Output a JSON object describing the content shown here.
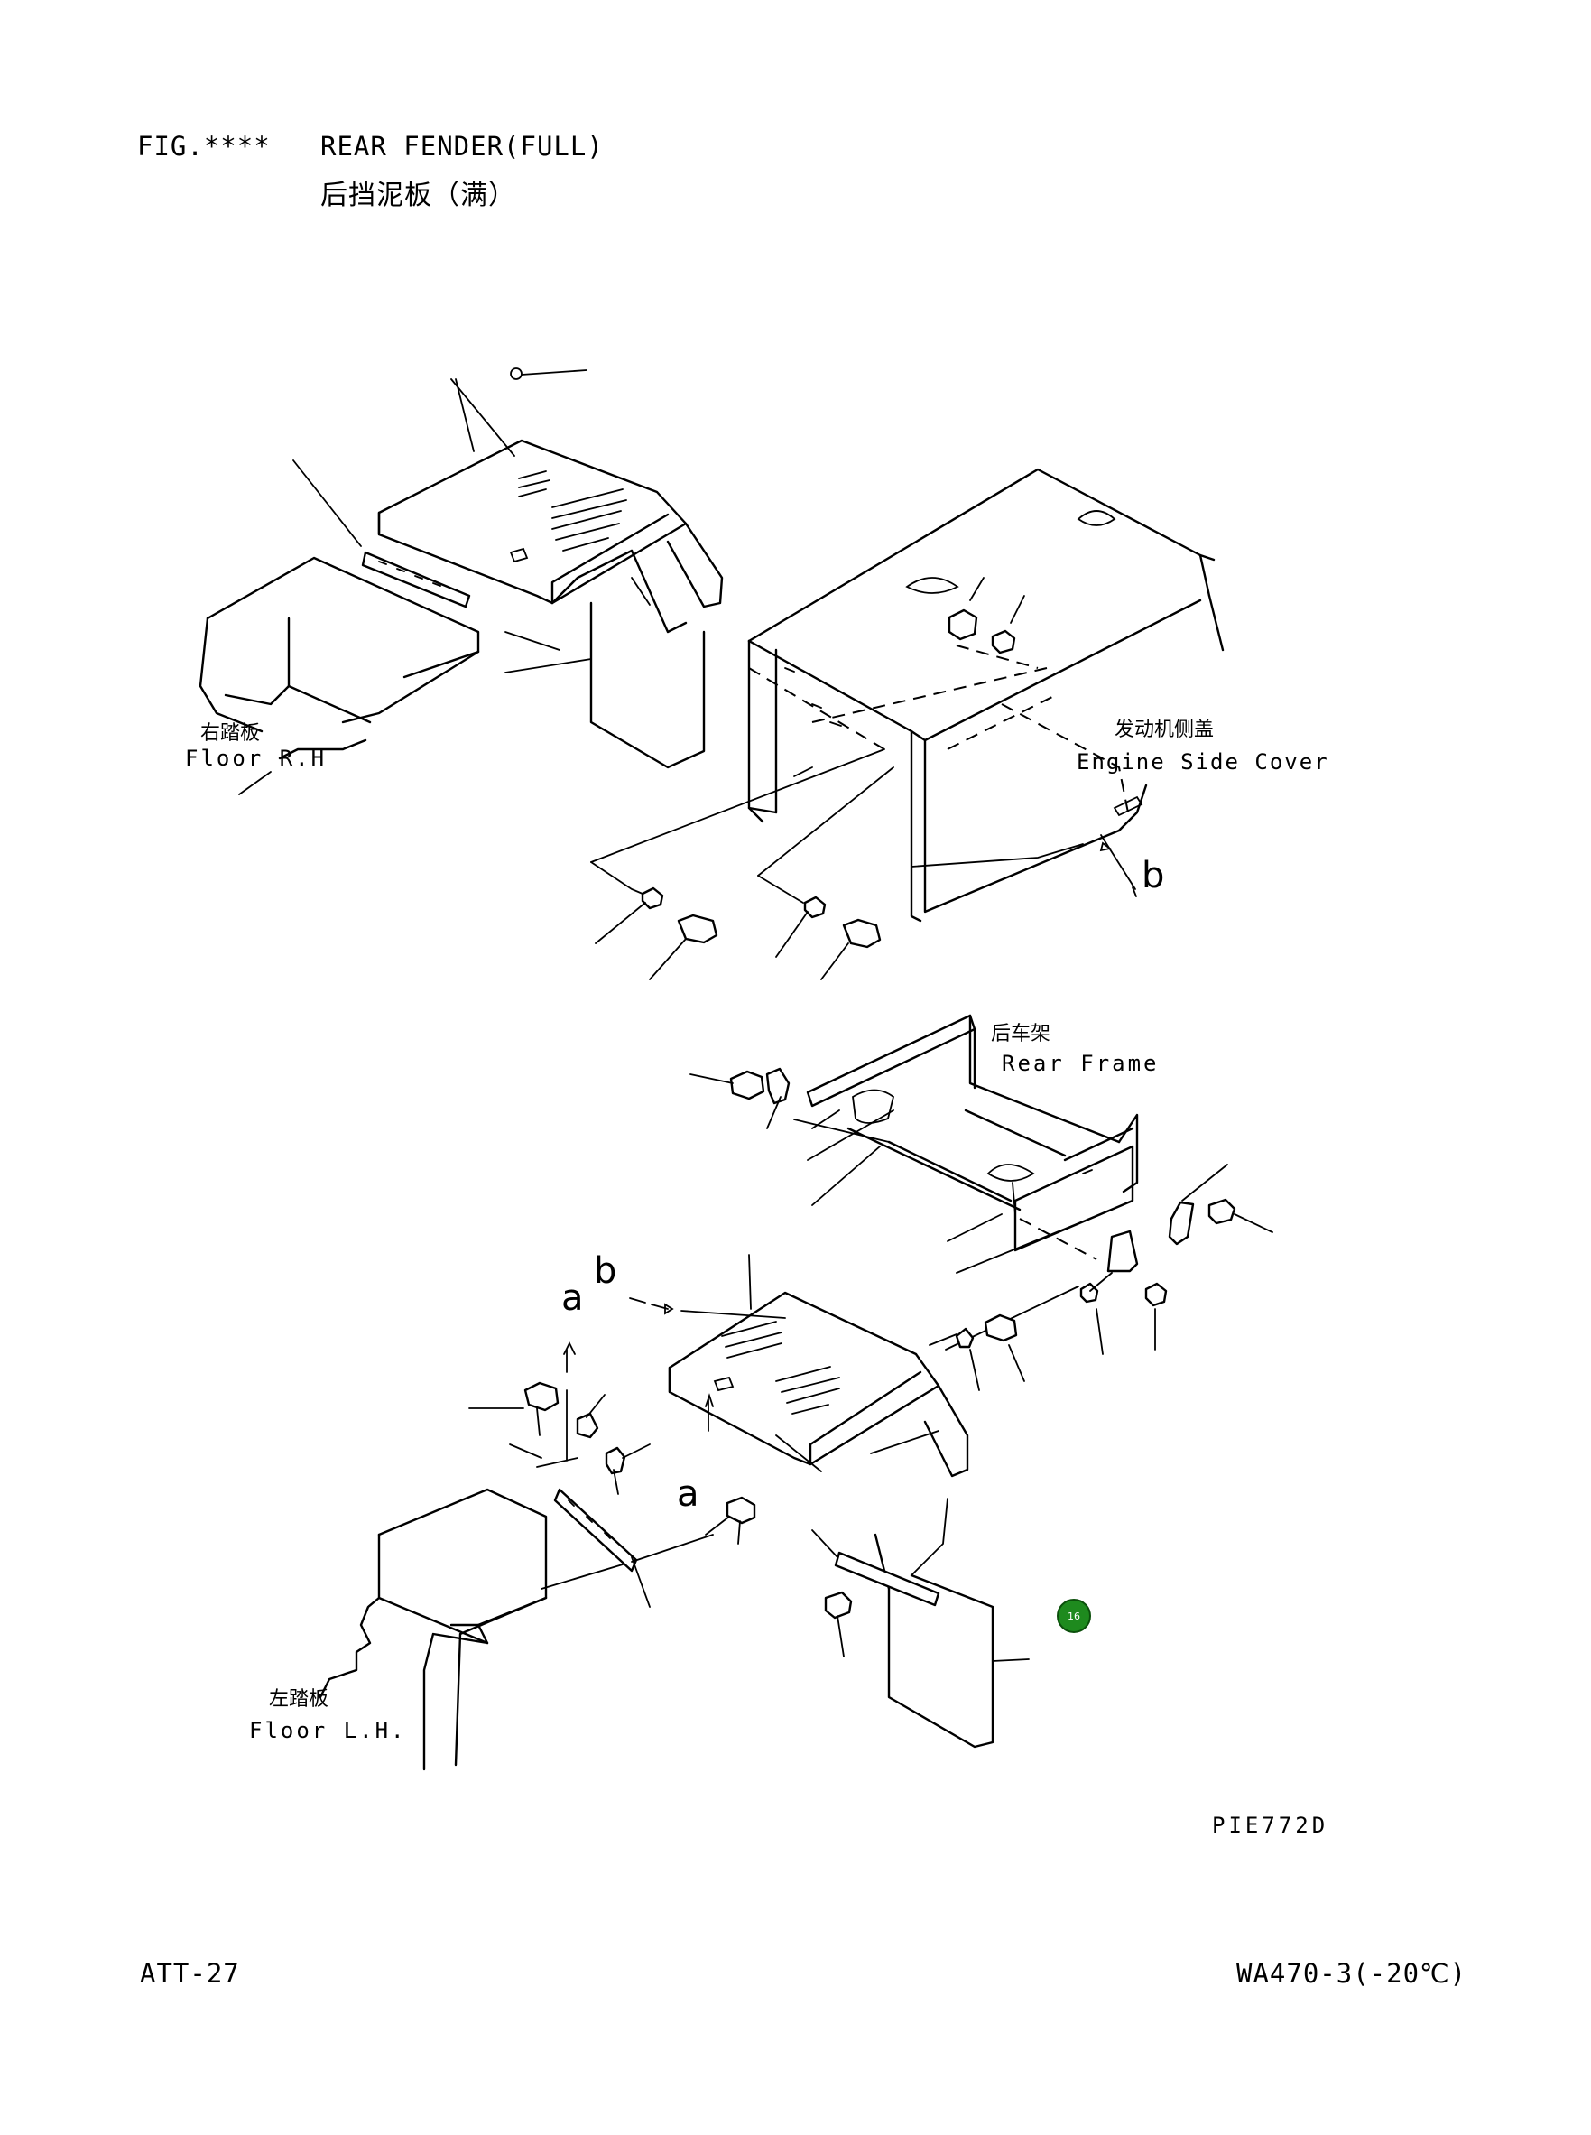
{
  "header": {
    "fig_label": "FIG.****",
    "title_en": "REAR FENDER(FULL)",
    "title_cn": "后挡泥板（满）"
  },
  "callouts": {
    "floor_rh_cn": "右踏板",
    "floor_rh_en": "Floor R.H",
    "engine_cover_cn": "发动机侧盖",
    "engine_cover_en": "Engine Side Cover",
    "rear_frame_cn": "后车架",
    "rear_frame_en": "Rear Frame",
    "floor_lh_cn": "左踏板",
    "floor_lh_en": "Floor L.H.",
    "ref_b_upper": "b",
    "ref_b_lower": "b",
    "ref_a_left": "a",
    "ref_a_right": "a"
  },
  "marker": {
    "label": "16",
    "color": "#1e8a1e"
  },
  "footer": {
    "drawing_code": "PIE772D",
    "page_id": "ATT-27",
    "model": "WA470-3(-20℃)"
  }
}
